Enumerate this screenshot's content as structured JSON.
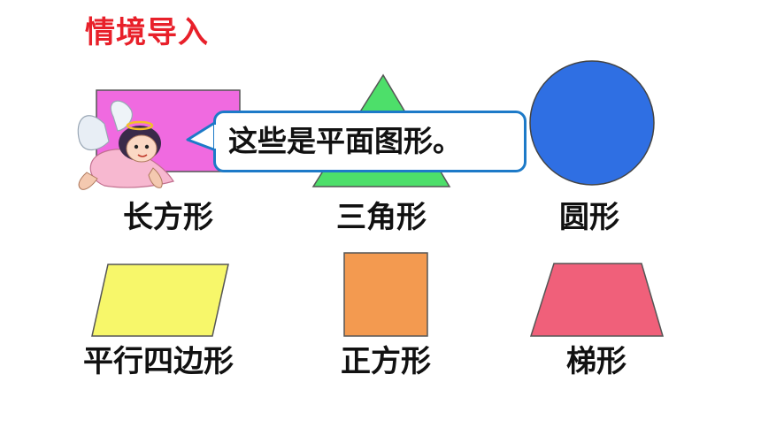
{
  "title": "情境导入",
  "bubble": {
    "text": "这些是平面图形。"
  },
  "shapes": [
    {
      "label": "长方形",
      "color": "#f06ae0"
    },
    {
      "label": "三角形",
      "color": "#4ddf6a"
    },
    {
      "label": "圆形",
      "color": "#2f6fe3"
    },
    {
      "label": "平行四边形",
      "color": "#f7f76a"
    },
    {
      "label": "正方形",
      "color": "#f39a50"
    },
    {
      "label": "梯形",
      "color": "#f0607a"
    }
  ],
  "colors": {
    "title": "#e8202a",
    "bubble_border": "#1d7ac8"
  },
  "icons": {
    "character": "fairy-icon"
  }
}
